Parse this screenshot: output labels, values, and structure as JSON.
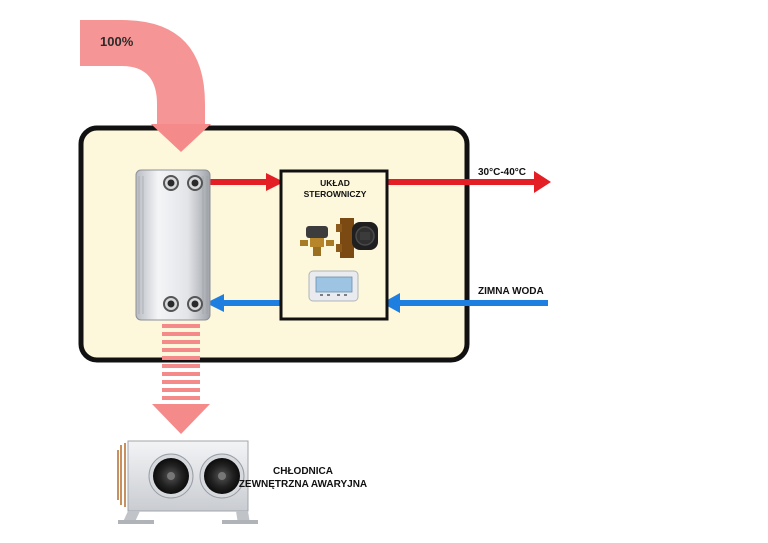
{
  "heat_input": {
    "percent_label": "100%"
  },
  "controller": {
    "title": "UKŁAD\nSTEROWNICZY"
  },
  "hot_outlet": {
    "label": "30°C-40°C"
  },
  "cold_inlet": {
    "label": "ZIMNA WODA"
  },
  "emergency_cooler": {
    "label": "CHŁODNICA\nZEWNĘTRZNA AWARYJNA"
  },
  "colors": {
    "hot_line": "#e31e25",
    "cold_line": "#1f7fe0",
    "heat_flow": "#f58a8a",
    "panel_fill": "#fdf8dc",
    "outline": "#111111"
  }
}
